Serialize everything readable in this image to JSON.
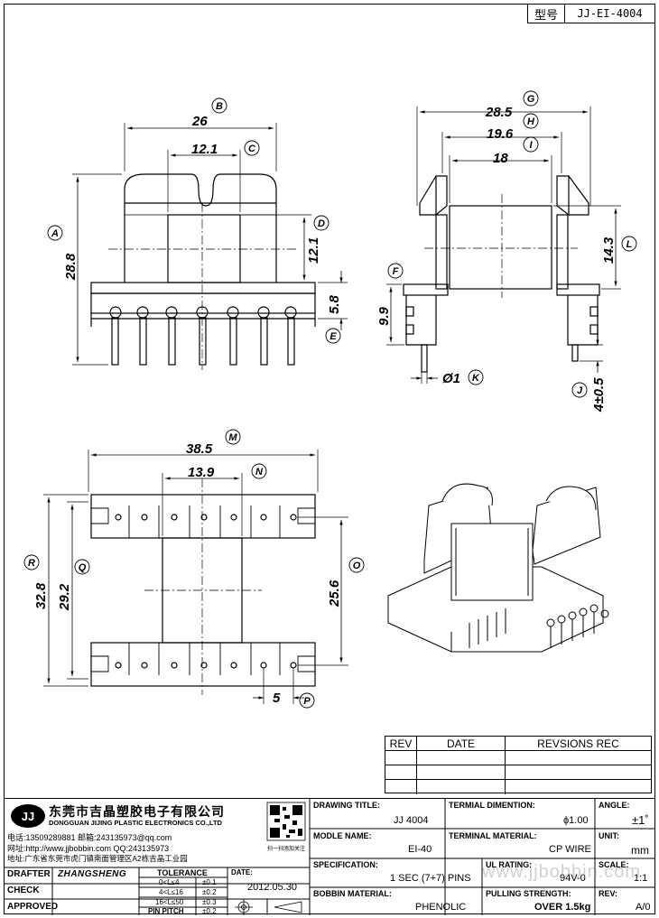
{
  "model_box": {
    "label": "型号",
    "value": "JJ-EI-4004"
  },
  "dims": {
    "B": "26",
    "C": "12.1",
    "A": "28.8",
    "D": "12.1",
    "E": "5.8",
    "G": "28.5",
    "H": "19.6",
    "I": "18",
    "L": "14.3",
    "F": "9.9",
    "K": "Ø1",
    "J": "4±0.5",
    "M": "38.5",
    "N": "13.9",
    "R": "32.8",
    "Q": "29.2",
    "O": "25.6",
    "P": "5"
  },
  "markers": [
    "A",
    "B",
    "C",
    "D",
    "E",
    "F",
    "G",
    "H",
    "I",
    "J",
    "K",
    "L",
    "M",
    "N",
    "O",
    "P",
    "Q",
    "R"
  ],
  "revision_table": {
    "headers": [
      "REV",
      "DATE",
      "REVSIONS REC"
    ],
    "rows": [
      [
        "",
        "",
        ""
      ],
      [
        "",
        "",
        ""
      ],
      [
        "",
        "",
        ""
      ]
    ]
  },
  "company": {
    "logo": "JJ",
    "name_cn": "东莞市吉晶塑胶电子有限公司",
    "name_en": "DONGGUAN JIJING PLASTIC ELECTRONICS CO.,LTD",
    "line1": "电话:13509289881   邮箱:243135973@qq.com",
    "line2": "网址:http://www.jjbobbin.com  QQ:243135973",
    "line3": "地址:广东省东莞市虎门镇南面管理区A2栋吉晶工业园",
    "qr_caption": "扫一扫添加关注"
  },
  "title_block": {
    "drawing_title_label": "DRAWING TITLE:",
    "drawing_title": "JJ  4004",
    "terminal_dim_label": "TERMIAL DIMENTION:",
    "terminal_dim": "ϕ1.00",
    "angle_label": "ANGLE:",
    "angle": "±1˚",
    "model_label": "MODLE NAME:",
    "model": "EI-40",
    "terminal_mat_label": "TERMINAL MATERIAL:",
    "terminal_mat": "CP WIRE",
    "unit_label": "UNIT:",
    "unit": "mm",
    "spec_label": "SPECIFICATION:",
    "spec": "1 SEC (7+7) PINS",
    "ul_label": "UL RATING:",
    "ul": "94V-0",
    "scale_label": "SCALE:",
    "scale": "1:1",
    "bobbin_label": "BOBBIN  MATERIAL:",
    "bobbin": "PHENOLIC",
    "pull_label": "PULLING STRENGTH:",
    "pull": "OVER  1.5kg",
    "rev_label": "REV:",
    "rev": "A/0",
    "drafter_label": "DRAFTER",
    "drafter": "ZHANGSHENG",
    "check_label": "CHECK",
    "approved_label": "APPROVED",
    "tolerance_label": "TOLERANCE",
    "tolerances": [
      {
        "range": "0<L≤4",
        "tol": "±0.1"
      },
      {
        "range": "4<L≤16",
        "tol": "±0.2"
      },
      {
        "range": "16<L≤50",
        "tol": "±0.3"
      },
      {
        "range": "PIN PITCH",
        "tol": "±0.2"
      }
    ],
    "date_label": "DATE:",
    "date": "2012.05.30"
  },
  "watermark": "www.jjbobbin.com"
}
